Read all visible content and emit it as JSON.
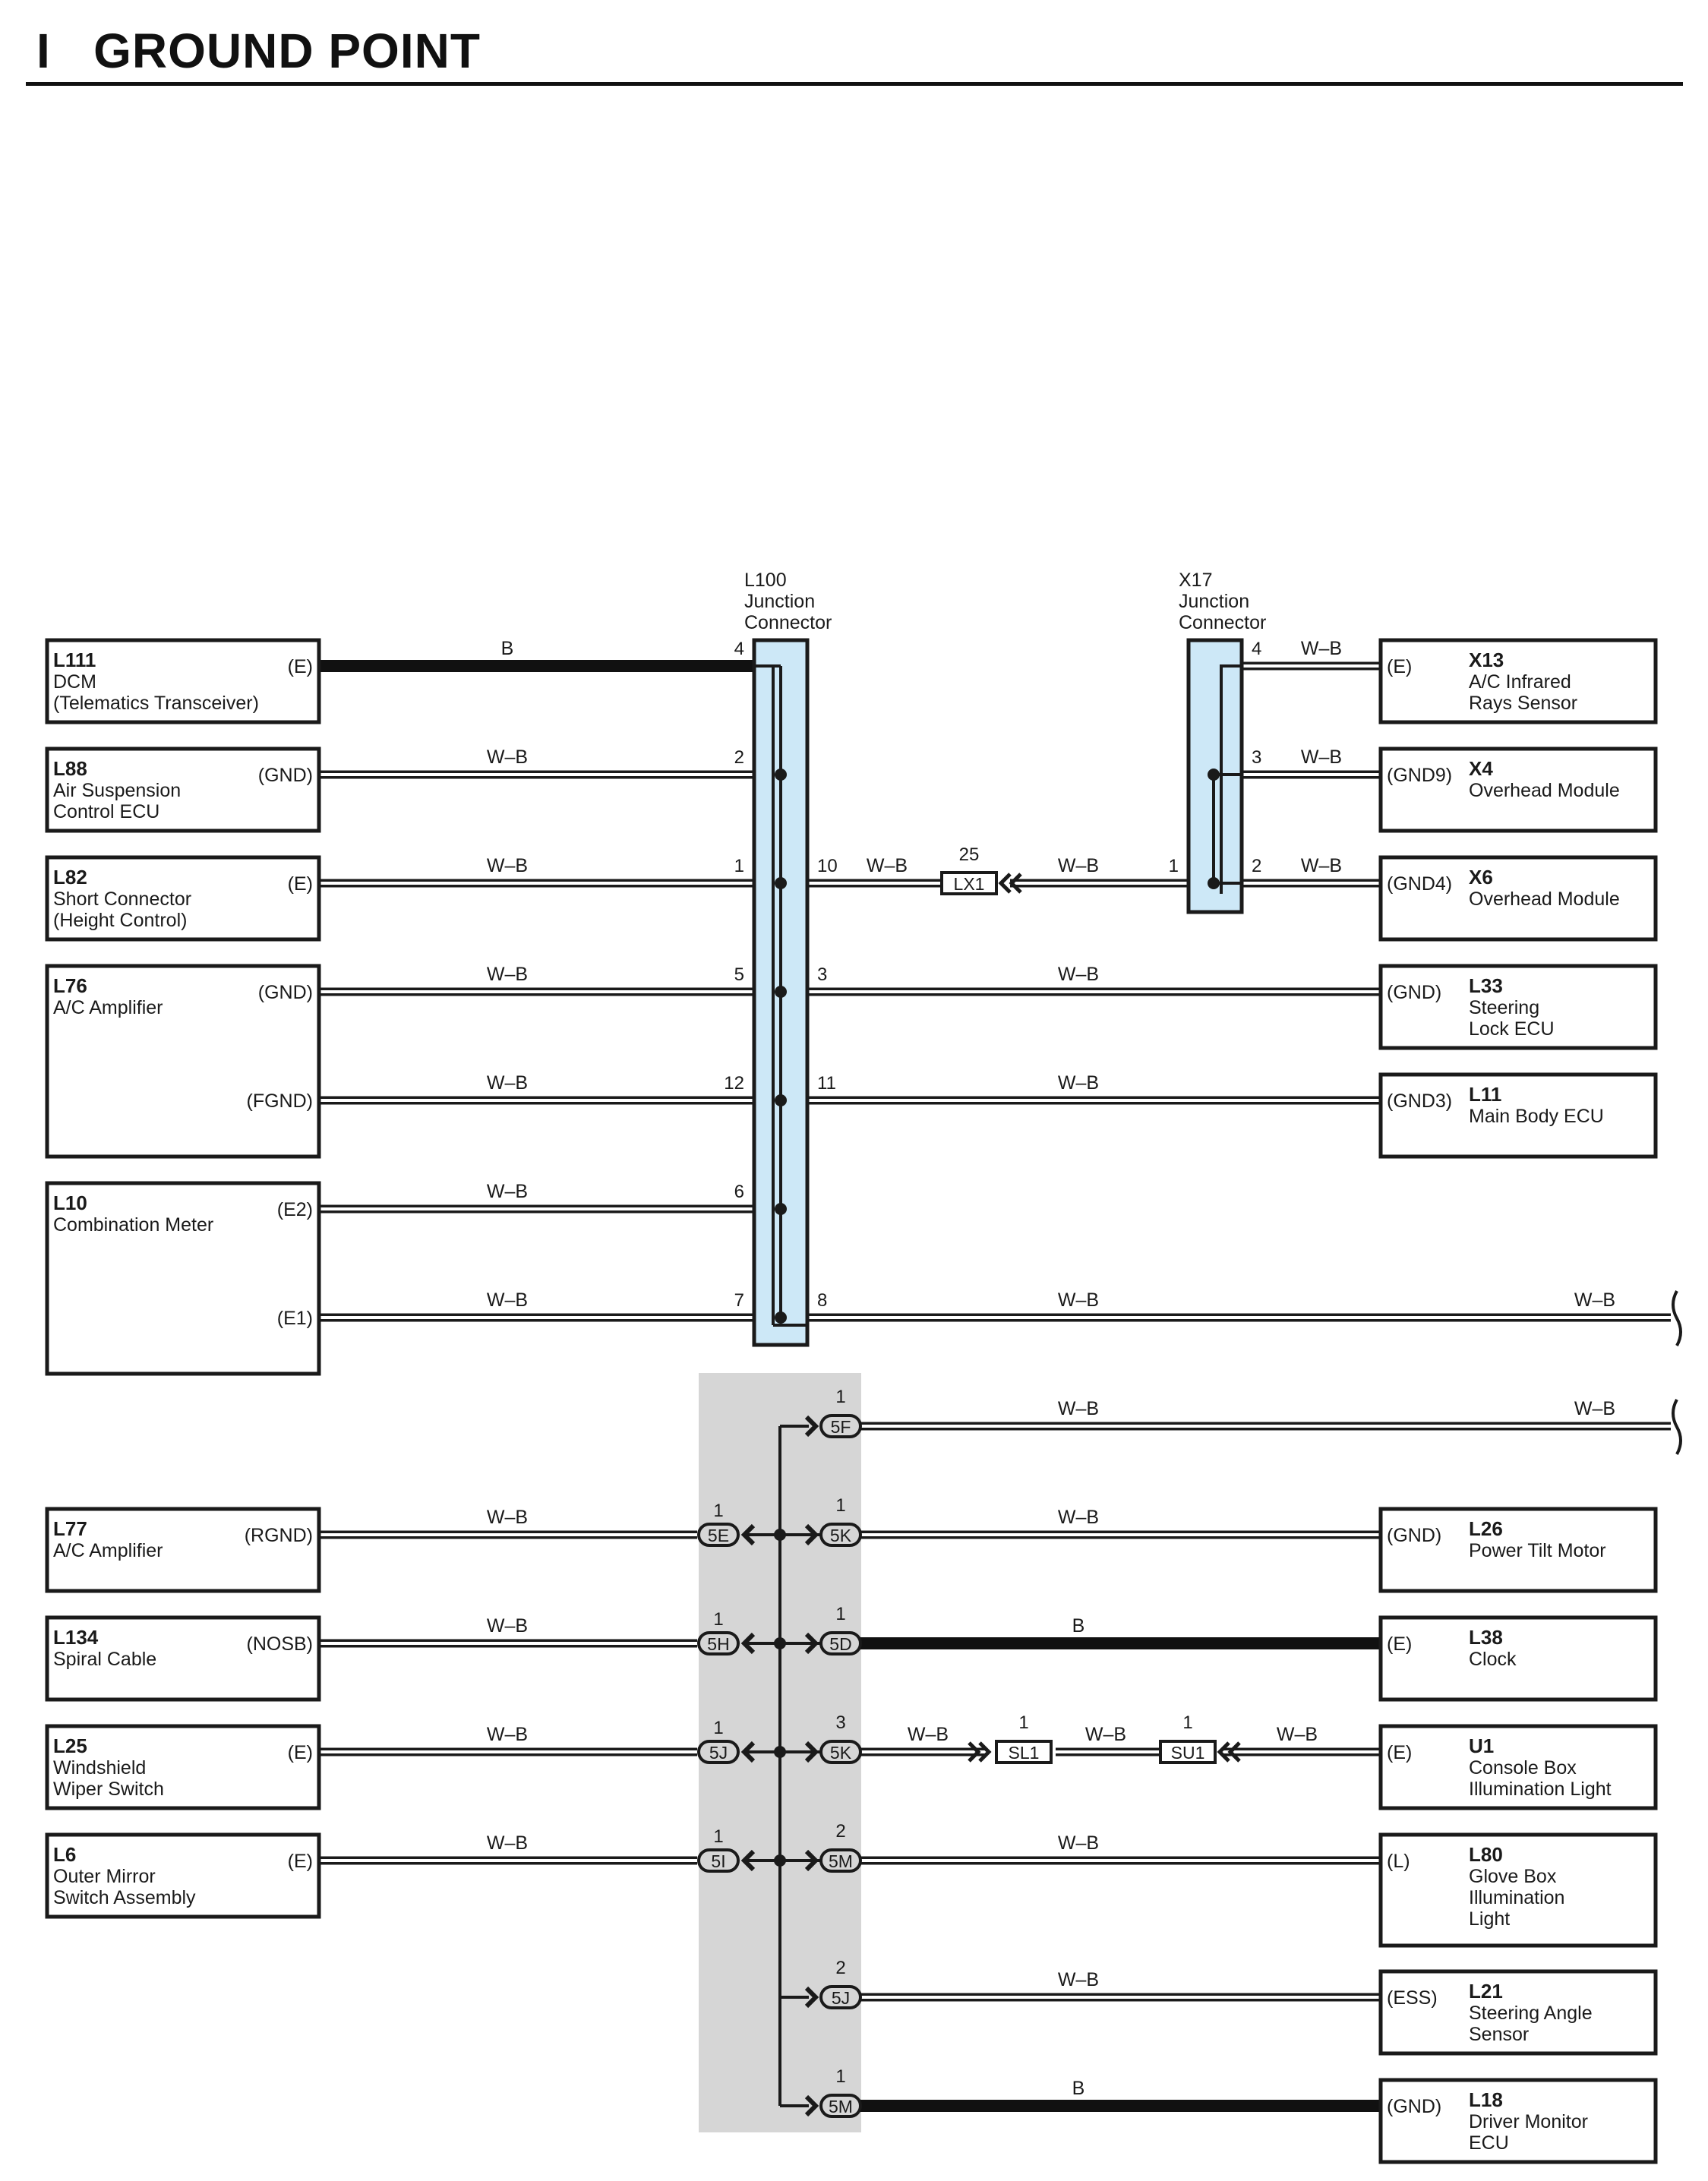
{
  "header": {
    "section_letter": "I",
    "title": "GROUND POINT"
  },
  "junction_l100": {
    "code": "L100",
    "line1": "Junction",
    "line2": "Connector"
  },
  "junction_x17": {
    "code": "X17",
    "line1": "Junction",
    "line2": "Connector"
  },
  "left_components": [
    {
      "id": "l111",
      "code": "L111",
      "desc": [
        "DCM",
        "(Telematics Transceiver)"
      ],
      "terminals": [
        "(E)"
      ]
    },
    {
      "id": "l88",
      "code": "L88",
      "desc": [
        "Air Suspension",
        "Control ECU"
      ],
      "terminals": [
        "(GND)"
      ]
    },
    {
      "id": "l82",
      "code": "L82",
      "desc": [
        "Short Connector",
        "(Height Control)"
      ],
      "terminals": [
        "(E)"
      ]
    },
    {
      "id": "l76",
      "code": "L76",
      "desc": [
        "A/C Amplifier"
      ],
      "terminals": [
        "(GND)",
        "(FGND)"
      ]
    },
    {
      "id": "l10",
      "code": "L10",
      "desc": [
        "Combination Meter"
      ],
      "terminals": [
        "(E2)",
        "(E1)"
      ]
    },
    {
      "id": "l77",
      "code": "L77",
      "desc": [
        "A/C Amplifier"
      ],
      "terminals": [
        "(RGND)"
      ]
    },
    {
      "id": "l134",
      "code": "L134",
      "desc": [
        "Spiral Cable"
      ],
      "terminals": [
        "(NOSB)"
      ]
    },
    {
      "id": "l25",
      "code": "L25",
      "desc": [
        "Windshield",
        "Wiper Switch"
      ],
      "terminals": [
        "(E)"
      ]
    },
    {
      "id": "l6",
      "code": "L6",
      "desc": [
        "Outer Mirror",
        "Switch Assembly"
      ],
      "terminals": [
        "(E)"
      ]
    }
  ],
  "right_components": [
    {
      "id": "x13",
      "code": "X13",
      "desc": [
        "A/C Infrared",
        "Rays Sensor"
      ],
      "terminal": "(E)"
    },
    {
      "id": "x4",
      "code": "X4",
      "desc": [
        "Overhead Module"
      ],
      "terminal": "(GND9)"
    },
    {
      "id": "x6",
      "code": "X6",
      "desc": [
        "Overhead Module"
      ],
      "terminal": "(GND4)"
    },
    {
      "id": "l33",
      "code": "L33",
      "desc": [
        "Steering",
        "Lock ECU"
      ],
      "terminal": "(GND)"
    },
    {
      "id": "l11",
      "code": "L11",
      "desc": [
        "Main Body ECU"
      ],
      "terminal": "(GND3)"
    },
    {
      "id": "l26",
      "code": "L26",
      "desc": [
        "Power Tilt Motor"
      ],
      "terminal": "(GND)"
    },
    {
      "id": "l38",
      "code": "L38",
      "desc": [
        "Clock"
      ],
      "terminal": "(E)"
    },
    {
      "id": "u1",
      "code": "U1",
      "desc": [
        "Console Box",
        "Illumination Light"
      ],
      "terminal": "(E)"
    },
    {
      "id": "l80",
      "code": "L80",
      "desc": [
        "Glove Box",
        "Illumination",
        "Light"
      ],
      "terminal": "(L)"
    },
    {
      "id": "l21",
      "code": "L21",
      "desc": [
        "Steering Angle",
        "Sensor"
      ],
      "terminal": "(ESS)"
    },
    {
      "id": "l18",
      "code": "L18",
      "desc": [
        "Driver Monitor",
        "ECU"
      ],
      "terminal": "(GND)"
    }
  ],
  "wire_colors": {
    "black": "B",
    "white_black": "W–B"
  },
  "l100_pins": {
    "left": [
      "4",
      "2",
      "1",
      "5",
      "12",
      "6",
      "7"
    ],
    "right": [
      "10",
      "3",
      "11",
      "8"
    ]
  },
  "x17_pins": [
    "4",
    "3",
    "2",
    "1"
  ],
  "inline_connectors": {
    "lx1": {
      "label": "LX1",
      "pin": "25"
    },
    "sl1": {
      "label": "SL1",
      "pin": "1"
    },
    "su1": {
      "label": "SU1",
      "pin": "1"
    }
  },
  "joint_connectors": {
    "left": [
      {
        "label": "5E",
        "pin": "1"
      },
      {
        "label": "5H",
        "pin": "1"
      },
      {
        "label": "5J",
        "pin": "1"
      },
      {
        "label": "5I",
        "pin": "1"
      }
    ],
    "right": [
      {
        "label": "5F",
        "pin": "1"
      },
      {
        "label": "5K",
        "pin": "1"
      },
      {
        "label": "5D",
        "pin": "1"
      },
      {
        "label": "5K",
        "pin": "3"
      },
      {
        "label": "5M",
        "pin": "2"
      },
      {
        "label": "5J",
        "pin": "2"
      },
      {
        "label": "5M",
        "pin": "1"
      }
    ]
  },
  "colors": {
    "junction_fill": "#cde8f7",
    "joint_area_fill": "#d6d6d6",
    "line": "#1a1a1a"
  }
}
